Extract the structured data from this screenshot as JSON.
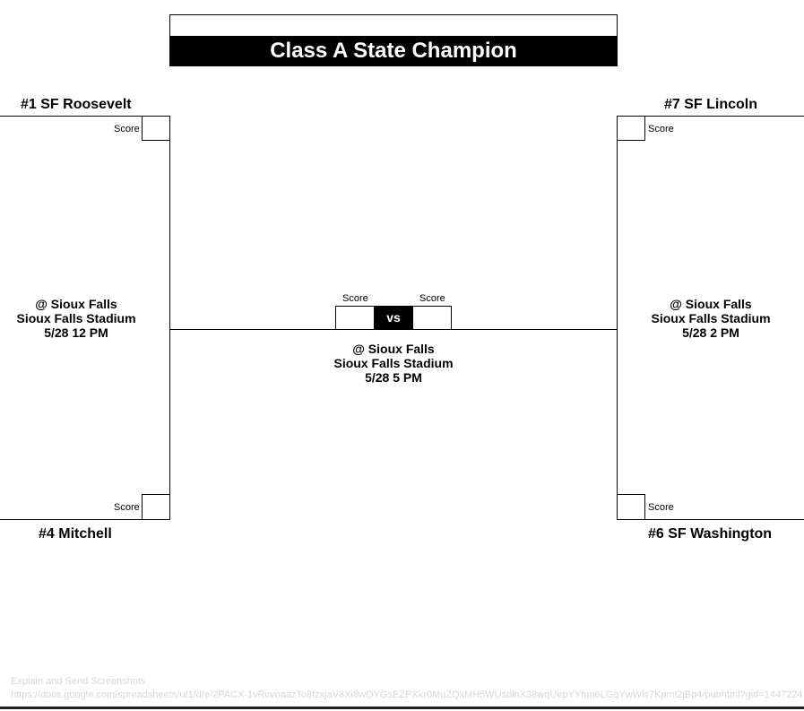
{
  "title": "Class A State Champion",
  "score_label": "Score",
  "vs_label": "vs",
  "left_bracket": {
    "top_team": "#1 SF Roosevelt",
    "bottom_team": "#4 Mitchell",
    "venue_line1": "@ Sioux Falls",
    "venue_line2": "Sioux Falls Stadium",
    "venue_line3": "5/28 12 PM"
  },
  "right_bracket": {
    "top_team": "#7 SF Lincoln",
    "bottom_team": "#6 SF Washington",
    "venue_line1": "@ Sioux Falls",
    "venue_line2": "Sioux Falls Stadium",
    "venue_line3": "5/28 2 PM"
  },
  "final_game": {
    "venue_line1": "@ Sioux Falls",
    "venue_line2": "Sioux Falls Stadium",
    "venue_line3": "5/28 5 PM"
  },
  "footer": {
    "line1": "Explain and Send Screenshots",
    "line2": "https://docs.google.com/spreadsheets/u/1/d/e/2PACX-1vRcvoaazTo8fzxjaV8Xi8wOYGsEZPXkr0MuZQxMH5WUsdlhX38wqUepYYfun6LGqYwWls7Kpml2jBp4/pubhtml?gid=1447224"
  }
}
